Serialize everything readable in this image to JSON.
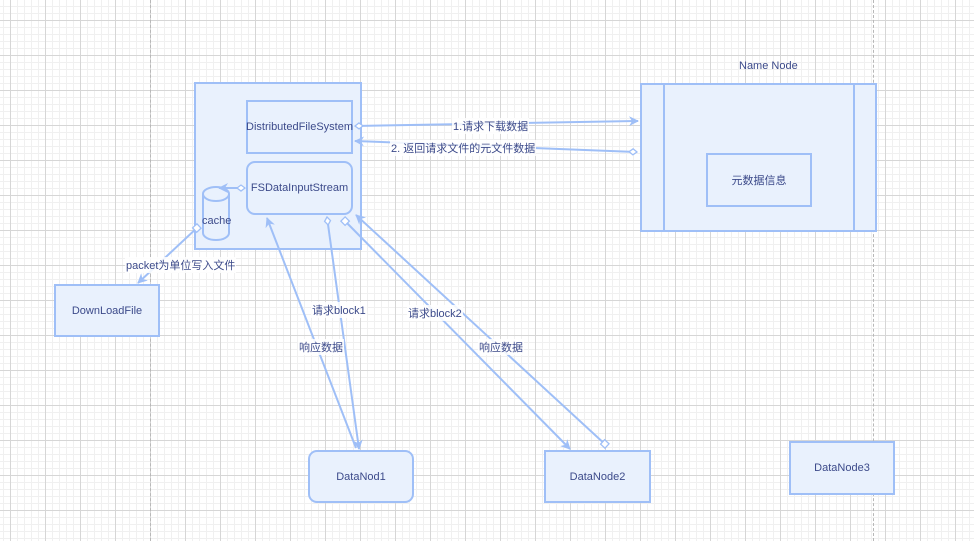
{
  "diagram": {
    "client": {
      "distributed_fs": "DistributedFileSystem",
      "input_stream": "FSDataInputStream",
      "cache": "cache"
    },
    "namenode": {
      "title": "Name Node",
      "metadata": "元数据信息"
    },
    "download_file": "DownLoadFile",
    "datanodes": [
      "DataNod1",
      "DataNode2",
      "DataNode3"
    ],
    "edges": {
      "request_download": "1.请求下载数据",
      "return_metadata": "2. 返回请求文件的元文件数据",
      "write_packet": "packet为单位写入文件",
      "request_block1": "请求block1",
      "response_data_1": "响应数据",
      "request_block2": "请求block2",
      "response_data_2": "响应数据"
    },
    "colors": {
      "stroke": "#9fbff7",
      "fill": "#e9f1fd",
      "text": "#3c4a8a"
    }
  }
}
